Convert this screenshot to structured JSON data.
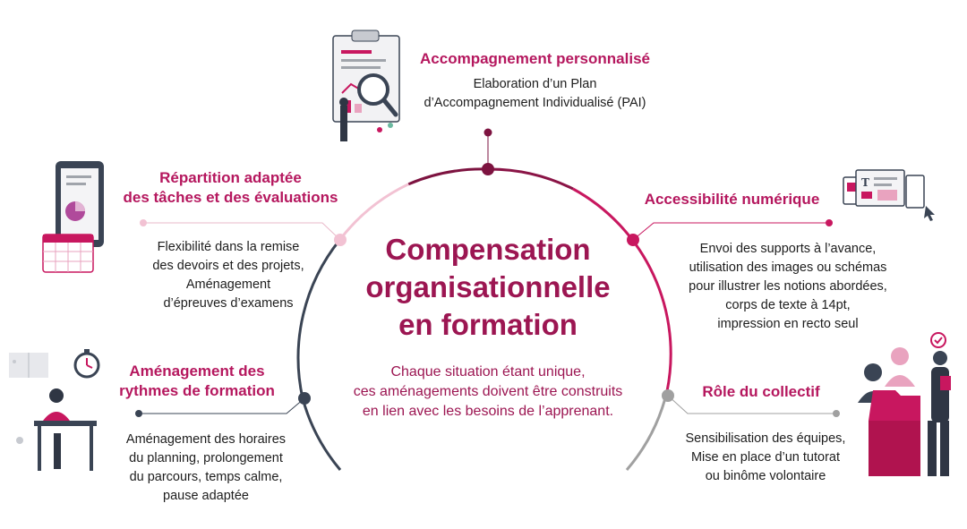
{
  "center": {
    "title_lines": [
      "Compensation",
      "organisationnelle",
      "en formation"
    ],
    "subtitle_lines": [
      "Chaque situation étant unique,",
      "ces aménagements doivent être construits",
      "en lien avec les besoins de l’apprenant."
    ]
  },
  "blocks": {
    "accompagnement": {
      "title": "Accompagnement personnalisé",
      "lines": [
        "Elaboration d’un Plan",
        "d’Accompagnement Individualisé (PAI)"
      ]
    },
    "repartition": {
      "title_lines": [
        "Répartition adaptée",
        "des tâches et des évaluations"
      ],
      "lines": [
        "Flexibilité dans la remise",
        "des devoirs et des projets,",
        "Aménagement",
        "d’épreuves d’examens"
      ]
    },
    "accessibilite": {
      "title": "Accessibilité numérique",
      "lines": [
        "Envoi des supports à l’avance,",
        "utilisation des images ou schémas",
        "pour illustrer les notions abordées,",
        "corps de texte à 14pt,",
        "impression en recto seul"
      ]
    },
    "rythmes": {
      "title_lines": [
        "Aménagement des",
        "rythmes de formation"
      ],
      "lines": [
        "Aménagement des horaires",
        "du planning, prolongement",
        "du parcours, temps calme,",
        "pause adaptée"
      ]
    },
    "collectif": {
      "title": "Rôle du collectif",
      "lines": [
        "Sensibilisation des équipes,",
        "Mise en place d’un tutorat",
        "ou binôme volontaire"
      ]
    }
  },
  "colors": {
    "magenta": "#c8175f",
    "dark_magenta": "#9c1652",
    "burgundy": "#7d1340",
    "pink_light": "#f2c2d3",
    "slate": "#3a4454",
    "grey": "#a0a0a0"
  },
  "icons": {
    "accompagnement": "clipboard-magnifier-icon",
    "repartition": "tablet-calendar-icon",
    "accessibilite": "screens-documents-icon",
    "rythmes": "student-stopwatch-icon",
    "collectif": "team-folder-icon"
  }
}
